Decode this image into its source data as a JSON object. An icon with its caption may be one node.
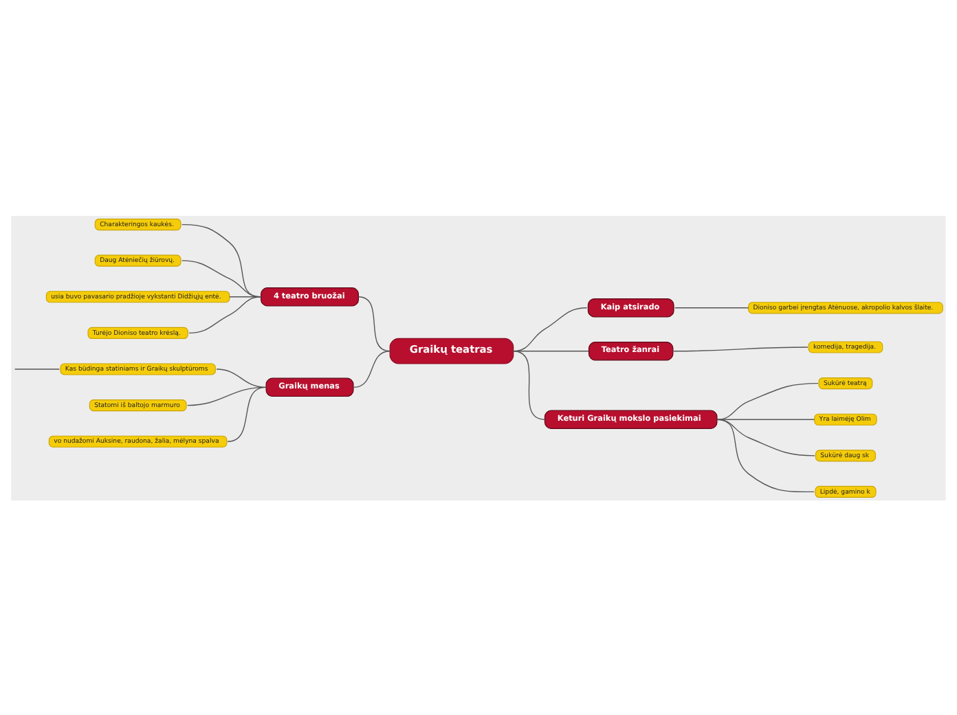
{
  "diagram": {
    "nodes": [
      {
        "text": [
          "Graikų teatras"
        ]
      },
      {
        "text": [
          "Kaip atsirado"
        ]
      },
      {
        "text": [
          "Dioniso garbei įrengtas Atėnuose, akropolio kalvos šlaite."
        ]
      },
      {
        "text": [
          "Teatro žanrai"
        ]
      },
      {
        "text": [
          "komedija, tragedija."
        ]
      },
      {
        "text": [
          "Keturi Graikų mokslo pasiekimai"
        ]
      },
      {
        "text": [
          "Sukūrė teatrą"
        ]
      },
      {
        "text": [
          "Yra laimėję Olim"
        ]
      },
      {
        "text": [
          "Sukūrė daug sk"
        ]
      },
      {
        "text": [
          "Lipdė, gamino k"
        ]
      },
      {
        "text": [
          "4 teatro bruožai"
        ]
      },
      {
        "text": [
          "Charakteringos kaukės."
        ]
      },
      {
        "text": [
          "Daug Atėniečių žiūrovų."
        ]
      },
      {
        "text": [
          "usia buvo pavasario pradžioje vykstanti Didžiųjų entė."
        ]
      },
      {
        "text": [
          "Turėjo Dioniso teatro krėslą."
        ]
      },
      {
        "text": [
          "Graikų menas"
        ]
      },
      {
        "text": [
          "Kas būdinga statiniams ir Graikų skulptūroms"
        ]
      },
      {
        "text": [
          "Statomi iš baltojo marmuro"
        ]
      },
      {
        "text": [
          "vo nudažomi Auksine, raudona, žalia, mėlyna spalva"
        ]
      }
    ],
    "edges": [
      {
        "from": 0,
        "to": 1,
        "arrow": "none"
      },
      {
        "from": 1,
        "to": 2,
        "arrow": "none"
      },
      {
        "from": 0,
        "to": 3,
        "arrow": "none"
      },
      {
        "from": 3,
        "to": 4,
        "arrow": "none"
      },
      {
        "from": 0,
        "to": 5,
        "arrow": "none"
      },
      {
        "from": 5,
        "to": 6,
        "arrow": "none"
      },
      {
        "from": 5,
        "to": 7,
        "arrow": "none"
      },
      {
        "from": 5,
        "to": 8,
        "arrow": "none"
      },
      {
        "from": 5,
        "to": 9,
        "arrow": "none"
      },
      {
        "from": 0,
        "to": 10,
        "arrow": "none"
      },
      {
        "from": 10,
        "to": 11,
        "arrow": "none"
      },
      {
        "from": 10,
        "to": 12,
        "arrow": "none"
      },
      {
        "from": 10,
        "to": 13,
        "arrow": "none"
      },
      {
        "from": 10,
        "to": 14,
        "arrow": "none"
      },
      {
        "from": 0,
        "to": 15,
        "arrow": "none"
      },
      {
        "from": 15,
        "to": 16,
        "arrow": "none"
      },
      {
        "from": 15,
        "to": 17,
        "arrow": "none"
      },
      {
        "from": 15,
        "to": 18,
        "arrow": "none"
      },
      {
        "from": 16,
        "to": null,
        "arrow": "none"
      }
    ]
  }
}
